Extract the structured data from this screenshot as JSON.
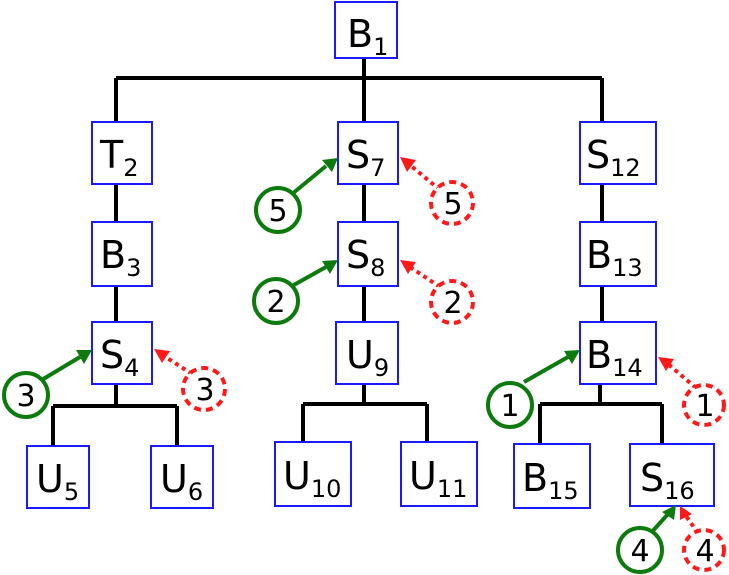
{
  "colors": {
    "node_border": "#1a1aff",
    "edge": "#000000",
    "green_marker": "#0d7a0d",
    "red_marker": "#ff1a1a"
  },
  "nodes": {
    "b1": {
      "letter": "B",
      "index": "1"
    },
    "t2": {
      "letter": "T",
      "index": "2"
    },
    "b3": {
      "letter": "B",
      "index": "3"
    },
    "s4": {
      "letter": "S",
      "index": "4"
    },
    "u5": {
      "letter": "U",
      "index": "5"
    },
    "u6": {
      "letter": "U",
      "index": "6"
    },
    "s7": {
      "letter": "S",
      "index": "7"
    },
    "s8": {
      "letter": "S",
      "index": "8"
    },
    "u9": {
      "letter": "U",
      "index": "9"
    },
    "u10": {
      "letter": "U",
      "index": "10"
    },
    "u11": {
      "letter": "U",
      "index": "11"
    },
    "s12": {
      "letter": "S",
      "index": "12"
    },
    "b13": {
      "letter": "B",
      "index": "13"
    },
    "b14": {
      "letter": "B",
      "index": "14"
    },
    "b15": {
      "letter": "B",
      "index": "15"
    },
    "s16": {
      "letter": "S",
      "index": "16"
    }
  },
  "markers": {
    "s4": {
      "target": "S4",
      "green": "3",
      "red": "3"
    },
    "s7": {
      "target": "S7",
      "green": "5",
      "red": "5"
    },
    "s8": {
      "target": "S8",
      "green": "2",
      "red": "2"
    },
    "b14": {
      "target": "B14",
      "green": "1",
      "red": "1"
    },
    "s16": {
      "target": "S16",
      "green": "4",
      "red": "4"
    }
  }
}
